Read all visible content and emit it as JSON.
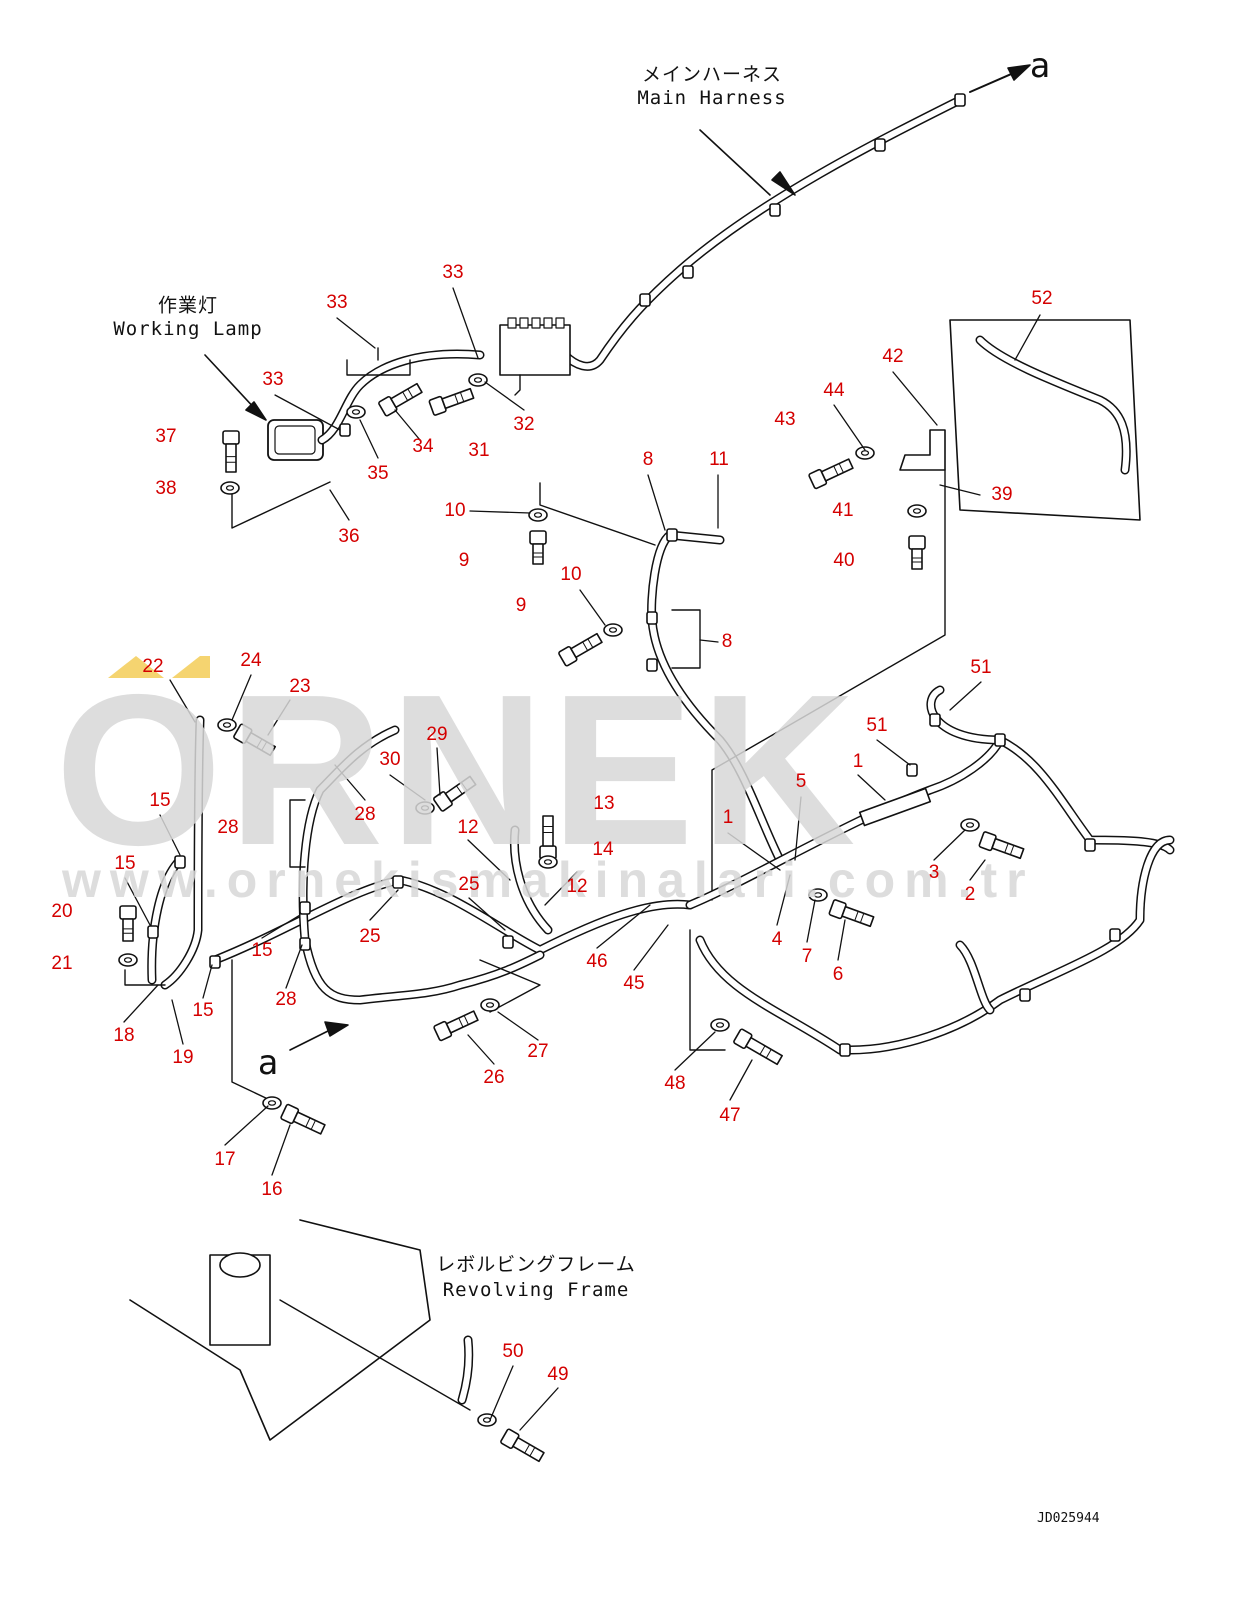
{
  "captions": {
    "main_harness_jp": "メインハーネス",
    "main_harness_en": "Main Harness",
    "working_lamp_jp": "作業灯",
    "working_lamp_en": "Working Lamp",
    "revolving_frame_jp": "レボルビングフレーム",
    "revolving_frame_en": "Revolving Frame",
    "connector_mark_top": "a",
    "connector_mark_bottom": "a",
    "drawing_code": "JD025944"
  },
  "watermark": {
    "logo": "ORNEK",
    "url": "www.ornekismakinalari.com.tr"
  },
  "part_labels": [
    "52",
    "42",
    "44",
    "43",
    "39",
    "41",
    "40",
    "8",
    "11",
    "10",
    "9",
    "10",
    "9",
    "8",
    "33",
    "33",
    "33",
    "37",
    "38",
    "36",
    "35",
    "34",
    "31",
    "32",
    "22",
    "24",
    "23",
    "29",
    "30",
    "28",
    "28",
    "13",
    "14",
    "12",
    "12",
    "25",
    "25",
    "15",
    "15",
    "20",
    "21",
    "18",
    "19",
    "15",
    "15",
    "28",
    "51",
    "51",
    "1",
    "5",
    "1",
    "4",
    "3",
    "2",
    "7",
    "6",
    "46",
    "45",
    "48",
    "47",
    "26",
    "27",
    "17",
    "16",
    "50",
    "49"
  ],
  "colors": {
    "label_red": "#d40000",
    "line": "#111111",
    "watermark_gray": "#d8d8d8",
    "logo_accent": "#f2c94c"
  }
}
